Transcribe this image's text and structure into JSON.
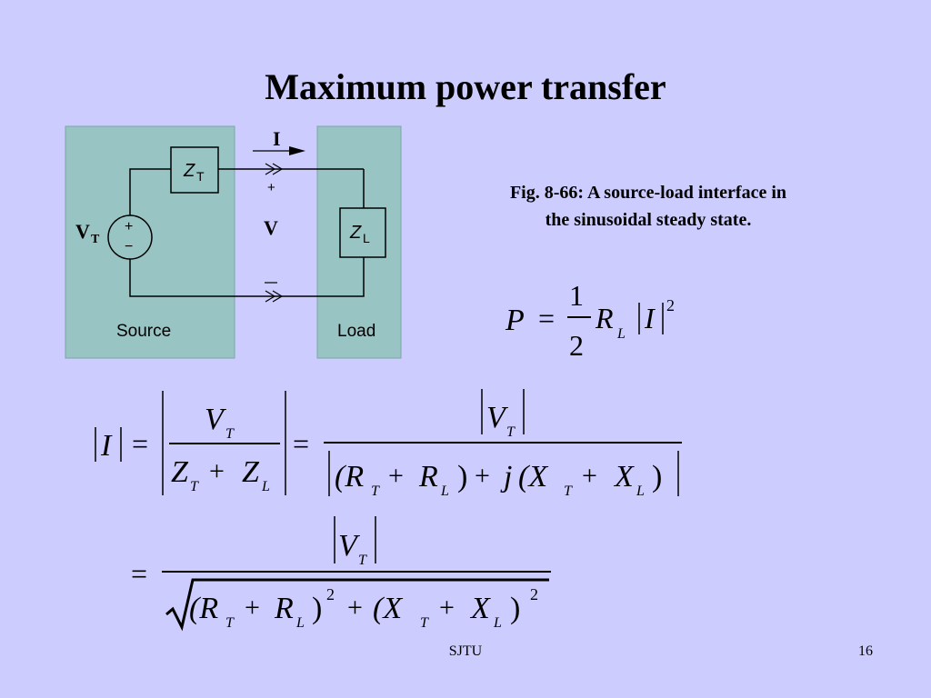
{
  "slide": {
    "title": "Maximum power transfer",
    "caption_line1": "Fig. 8-66: A source-load interface in",
    "caption_line2": "the sinusoidal steady state.",
    "footer_left": "SJTU",
    "page_number": "16"
  },
  "circuit": {
    "source_label": "Source",
    "load_label": "Load",
    "current_label": "I",
    "voltage_label": "V",
    "source_voltage_label": "V",
    "source_voltage_sub": "T",
    "zt_label": "Z",
    "zt_sub": "T",
    "zl_label": "Z",
    "zl_sub": "L",
    "plus_sign": "+",
    "minus_sign": "−",
    "source_plus": "+",
    "source_minus": "−",
    "colors": {
      "panel": "#99c4c4",
      "panel_border": "#7aa6a6",
      "wire": "#000000"
    }
  },
  "equations": {
    "power": {
      "lhs": "P",
      "eq": "=",
      "num": "1",
      "den": "2",
      "r": "R",
      "r_sub": "L",
      "i": "I",
      "exp": "2"
    },
    "current": {
      "i": "I",
      "eq1": "=",
      "eq2": "=",
      "frac1_num": "V",
      "frac1_num_sub": "T",
      "frac1_den_z1": "Z",
      "frac1_den_z1_sub": "T",
      "plus": "+",
      "frac1_den_z2": "Z",
      "frac1_den_z2_sub": "L",
      "frac2_num": "V",
      "frac2_num_sub": "T",
      "frac2_den": "(R",
      "r_t_sub": "T",
      "r_l": "R",
      "r_l_sub": "L",
      "close1": ")",
      "j": "j",
      "open2": "(X",
      "x_t_sub": "T",
      "x_l": "X",
      "x_l_sub": "L",
      "close2": ")"
    },
    "magnitude": {
      "eq": "=",
      "num": "V",
      "num_sub": "T",
      "open1": "(R",
      "r_t_sub": "T",
      "plus1": "+",
      "r_l": "R",
      "r_l_sub": "L",
      "close1": ")",
      "exp1": "2",
      "plus2": "+",
      "open2": "(X",
      "x_t_sub": "T",
      "plus3": "+",
      "x_l": "X",
      "x_l_sub": "L",
      "close2": ")",
      "exp2": "2"
    }
  }
}
